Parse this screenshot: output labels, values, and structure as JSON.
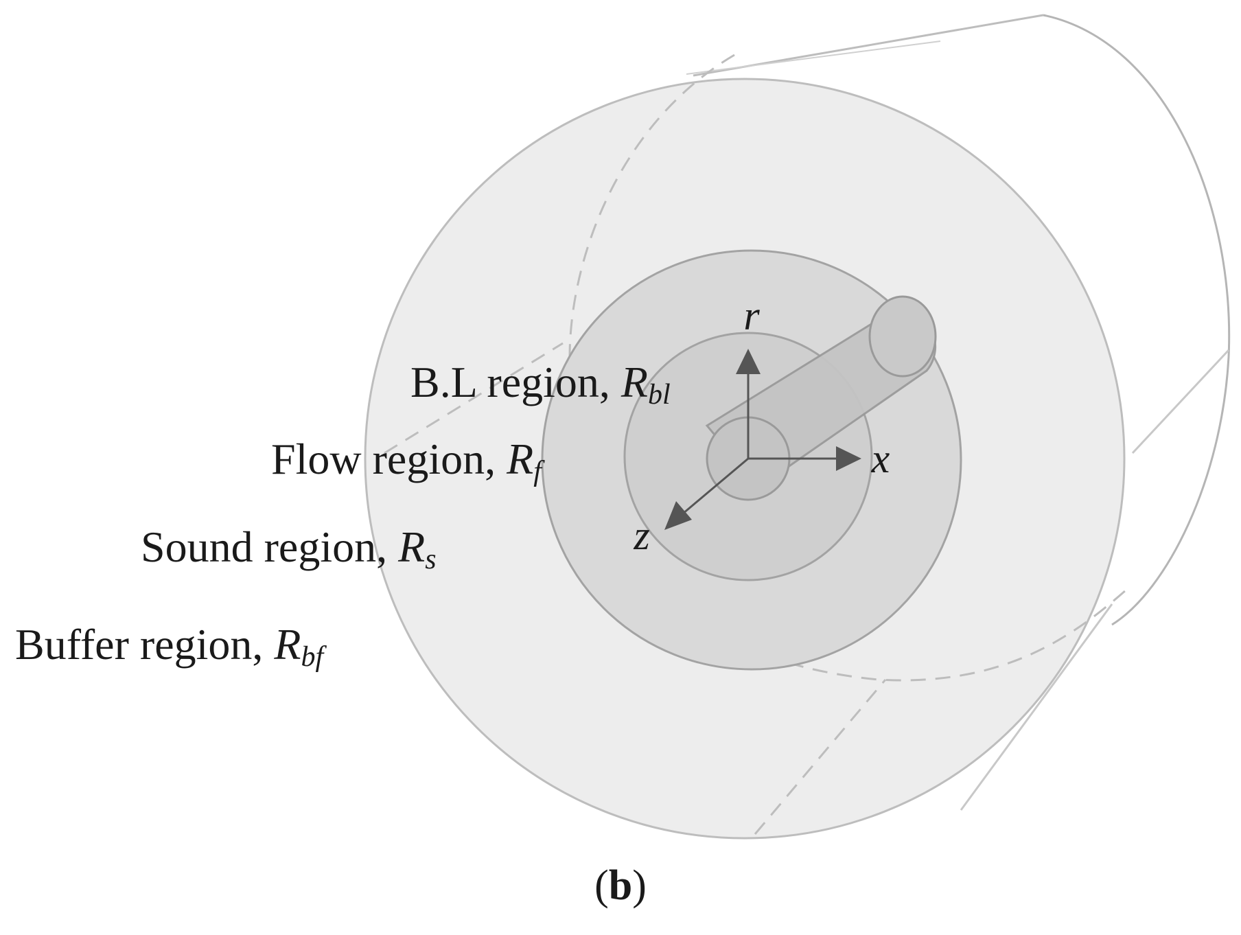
{
  "labels": {
    "bl_region": {
      "text": "B.L region, ",
      "symbol": "R",
      "subscript": "bl"
    },
    "flow_region": {
      "text": "Flow region, ",
      "symbol": "R",
      "subscript": "f"
    },
    "sound_region": {
      "text": "Sound region, ",
      "symbol": "R",
      "subscript": "s"
    },
    "buffer_region": {
      "text": "Buffer region, ",
      "symbol": "R",
      "subscript": "bf"
    }
  },
  "axes": {
    "r": "r",
    "x": "x",
    "z": "z"
  },
  "caption": {
    "open": "(",
    "letter": "b",
    "close": ")"
  },
  "colors": {
    "buffer_fill": "#ededed",
    "sound_fill": "#d9d9d9",
    "flow_fill": "#cfcfcf",
    "bl_fill": "#c4c4c4",
    "outline": "#9a9a9a",
    "dashed": "#bdbdbd",
    "arrow": "#555555"
  }
}
